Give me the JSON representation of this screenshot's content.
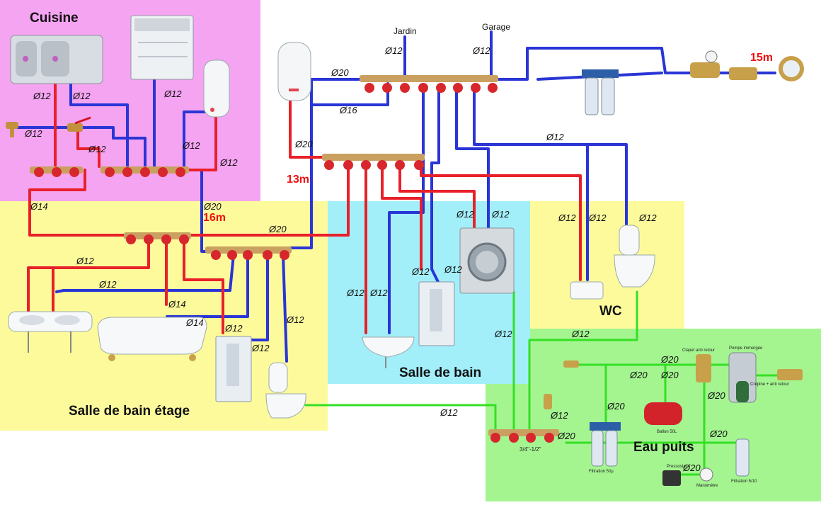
{
  "zones": {
    "cuisine": "Cuisine",
    "sdb_etage": "Salle de bain étage",
    "sdb": "Salle de bain",
    "wc": "WC",
    "eau_puits": "Eau puits"
  },
  "outlets": {
    "jardin": "Jardin",
    "garage": "Garage"
  },
  "distances": {
    "d15": "15m",
    "d13": "13m",
    "d16": "16m"
  },
  "diameters": {
    "d12": "Ø12",
    "d14": "Ø14",
    "d16": "Ø16",
    "d20": "Ø20"
  },
  "labels": {
    "manifold_size": "3/4\"-1/2\"",
    "clapet": "Clapet anti retour",
    "pompe": "Pompe immergée",
    "crepine": "Crépine + anti retour",
    "ballon": "Ballon 50L",
    "filtration50": "Filtration 50µ",
    "filtration5": "Filtration 5/10",
    "pressostat": "Pressostat",
    "manometre": "Manomètre"
  },
  "colors": {
    "cuisine": "#f5a4f2",
    "etage": "#fdfa9c",
    "sdb": "#a2effa",
    "wc": "#fdfa9c",
    "puits": "#a4f590",
    "hot": "#e8202a",
    "cold": "#2a35d6",
    "well": "#33e024"
  }
}
